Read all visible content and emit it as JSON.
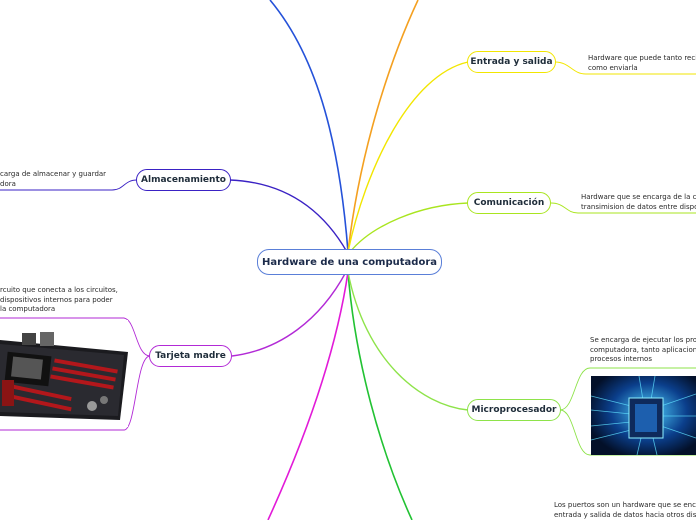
{
  "central": {
    "label": "Hardware de una computadora"
  },
  "topics": {
    "entrada": {
      "label": "Entrada y salida",
      "color": "#f2e600",
      "note": [
        "Hardware que puede tanto recib",
        "como enviarla"
      ]
    },
    "comunicacion": {
      "label": "Comunicación",
      "color": "#a9e51f",
      "note": [
        "Hardware que se encarga de la co",
        "transimision de datos entre dispos"
      ]
    },
    "microprocesador": {
      "label": "Microprocesador",
      "color": "#8ee34a",
      "note": [
        "Se encarga de ejecutar los prog",
        "computadora, tanto aplicacione",
        "procesos internos"
      ]
    },
    "almacenamiento": {
      "label": "Almacenamiento",
      "color": "#3a22c4",
      "note": [
        "carga de almacenar y guardar",
        "dora"
      ]
    },
    "tarjeta": {
      "label": "Tarjeta madre",
      "color": "#b22ad6",
      "note": [
        "rcuito que conecta a los circuitos,",
        "dispositivos internos para poder",
        "la computadora"
      ]
    },
    "puertos": {
      "note": [
        "Los puertos son un hardware que se encar",
        "entrada y salida de datos hacia otros disp"
      ]
    }
  },
  "branch_colors": {
    "blue": "#2552d9",
    "orange": "#f4a020",
    "green": "#22c233",
    "magenta": "#e21ad8"
  }
}
